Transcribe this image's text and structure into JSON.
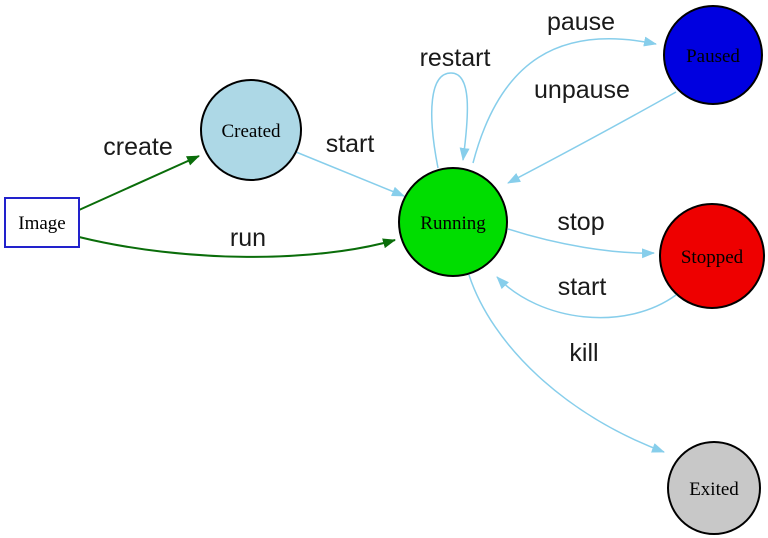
{
  "diagram": {
    "kind": "state-diagram"
  },
  "colors": {
    "background": "#ffffff",
    "action_edge": "#87ceeb",
    "lifecycle_edge": "#0a6d0a",
    "node_outline": "#000000"
  },
  "nodes": {
    "image": {
      "label": "Image",
      "fill": "#ffffff",
      "border": "#2222cc",
      "shape": "rectangle"
    },
    "created": {
      "label": "Created",
      "fill": "#add8e6",
      "shape": "circle"
    },
    "running": {
      "label": "Running",
      "fill": "#00dd00",
      "shape": "circle"
    },
    "paused": {
      "label": "Paused",
      "fill": "#0000e0",
      "shape": "circle"
    },
    "stopped": {
      "label": "Stopped",
      "fill": "#ee0000",
      "shape": "circle"
    },
    "exited": {
      "label": "Exited",
      "fill": "#c8c8c8",
      "shape": "circle"
    }
  },
  "edges": {
    "create": {
      "label": "create",
      "from": "Image",
      "to": "Created"
    },
    "run": {
      "label": "run",
      "from": "Image",
      "to": "Running"
    },
    "start_from_created": {
      "label": "start",
      "from": "Created",
      "to": "Running"
    },
    "restart": {
      "label": "restart",
      "from": "Running",
      "to": "Running"
    },
    "pause": {
      "label": "pause",
      "from": "Running",
      "to": "Paused"
    },
    "unpause": {
      "label": "unpause",
      "from": "Paused",
      "to": "Running"
    },
    "stop": {
      "label": "stop",
      "from": "Running",
      "to": "Stopped"
    },
    "start_from_stopped": {
      "label": "start",
      "from": "Stopped",
      "to": "Running"
    },
    "kill": {
      "label": "kill",
      "from": "Running",
      "to": "Exited"
    }
  }
}
